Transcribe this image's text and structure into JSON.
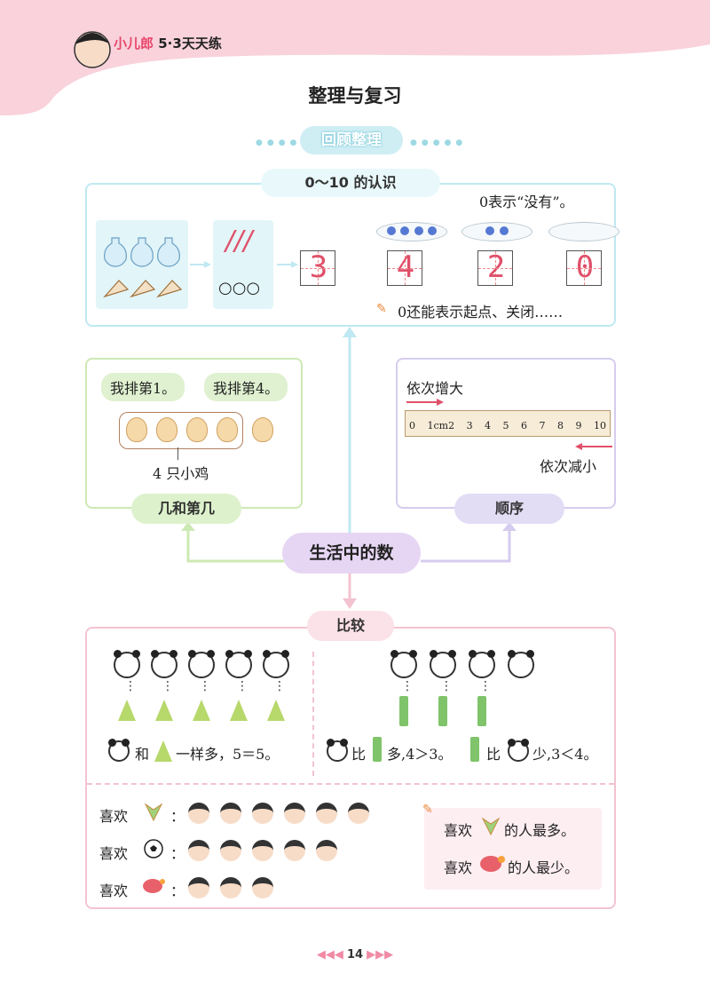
{
  "header": {
    "brand_name": "小儿郎",
    "brand_series": "5·3天天练"
  },
  "page_title": "整理与复习",
  "section_tag": "回顾整理",
  "center_topic": "生活中的数",
  "panels": {
    "recognize": {
      "title": "0～10 的认识",
      "note_top": "0表示“没有”。",
      "note_bottom": "0还能表示起点、关闭……",
      "tally": "///",
      "circles": "○○○",
      "digits": [
        "3",
        "4",
        "2",
        "0"
      ]
    },
    "ordinal": {
      "title": "几和第几",
      "bubble_left": "我排第1。",
      "bubble_right": "我排第4。",
      "caption": "4 只小鸡"
    },
    "order": {
      "title": "顺序",
      "inc_label": "依次增大",
      "dec_label": "依次减小",
      "ruler_ticks": [
        "0",
        "1cm2",
        "3",
        "4",
        "5",
        "6",
        "7",
        "8",
        "9",
        "10"
      ]
    },
    "compare": {
      "title": "比较",
      "equal_text_a": "和",
      "equal_text_b": "一样多，5＝5。",
      "more_text_a": "比",
      "more_text_b": "多,4＞3。",
      "less_text_a": "比",
      "less_text_b": "少,3＜4。",
      "likes": [
        {
          "label": "喜欢",
          "item": "shuttlecock-icon",
          "count": 6
        },
        {
          "label": "喜欢",
          "item": "football-icon",
          "count": 5
        },
        {
          "label": "喜欢",
          "item": "pingpong-icon",
          "count": 3
        }
      ],
      "summary_most_a": "喜欢",
      "summary_most_b": "的人最多。",
      "summary_least_a": "喜欢",
      "summary_least_b": "的人最少。"
    }
  },
  "page_number": "14",
  "colors": {
    "pink": "#f9d2dc",
    "cyan": "#bfe9f2",
    "green": "#cde9b3",
    "purple": "#d6ccef",
    "digit_red": "#e0506a"
  }
}
